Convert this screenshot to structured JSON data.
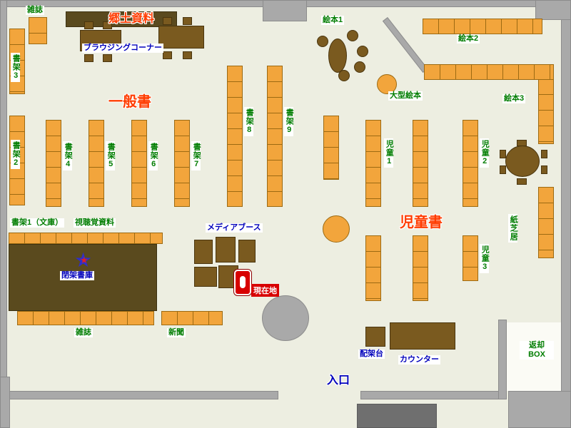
{
  "colors": {
    "floor": "#edeee1",
    "wall": "#a9a9a9",
    "wall_dark": "#6f6f6f",
    "shelf": "#f2a53c",
    "shelf_border": "#9c6a12",
    "furniture": "#7a5a1f",
    "dark_area": "#5a4a1e",
    "green": "#007d00",
    "blue": "#0000bb",
    "accent": "#ff3c00",
    "marker_red": "#d80000"
  },
  "labels": {
    "magazines_top": "雑誌",
    "local_history": "郷土資料",
    "browsing_corner": "ブラウジングコーナー",
    "general_books": "一般書",
    "shelf1_bunko": "書架1（文庫）",
    "shelf2": "書架2",
    "shelf3": "書架3",
    "shelf4": "書架4",
    "shelf5": "書架5",
    "shelf6": "書架6",
    "shelf7": "書架7",
    "shelf8": "書架8",
    "shelf9": "書架9",
    "picture_book1": "絵本1",
    "picture_book2": "絵本2",
    "picture_book3": "絵本3",
    "large_picture_book": "大型絵本",
    "children1": "児童1",
    "children2": "児童2",
    "children3": "児童3",
    "children_books": "児童書",
    "kamishibai": "紙芝居",
    "audio_visual": "視聴覚資料",
    "media_booth": "メディアブース",
    "current_location": "現在地",
    "closed_stacks": "閉架書庫",
    "magazines_bottom": "雑誌",
    "newspaper": "新聞",
    "sorting_table": "配架台",
    "counter": "カウンター",
    "return_box_line1": "返却",
    "return_box_line2": "BOX",
    "entrance": "入口"
  },
  "icons": {
    "star": "★"
  }
}
